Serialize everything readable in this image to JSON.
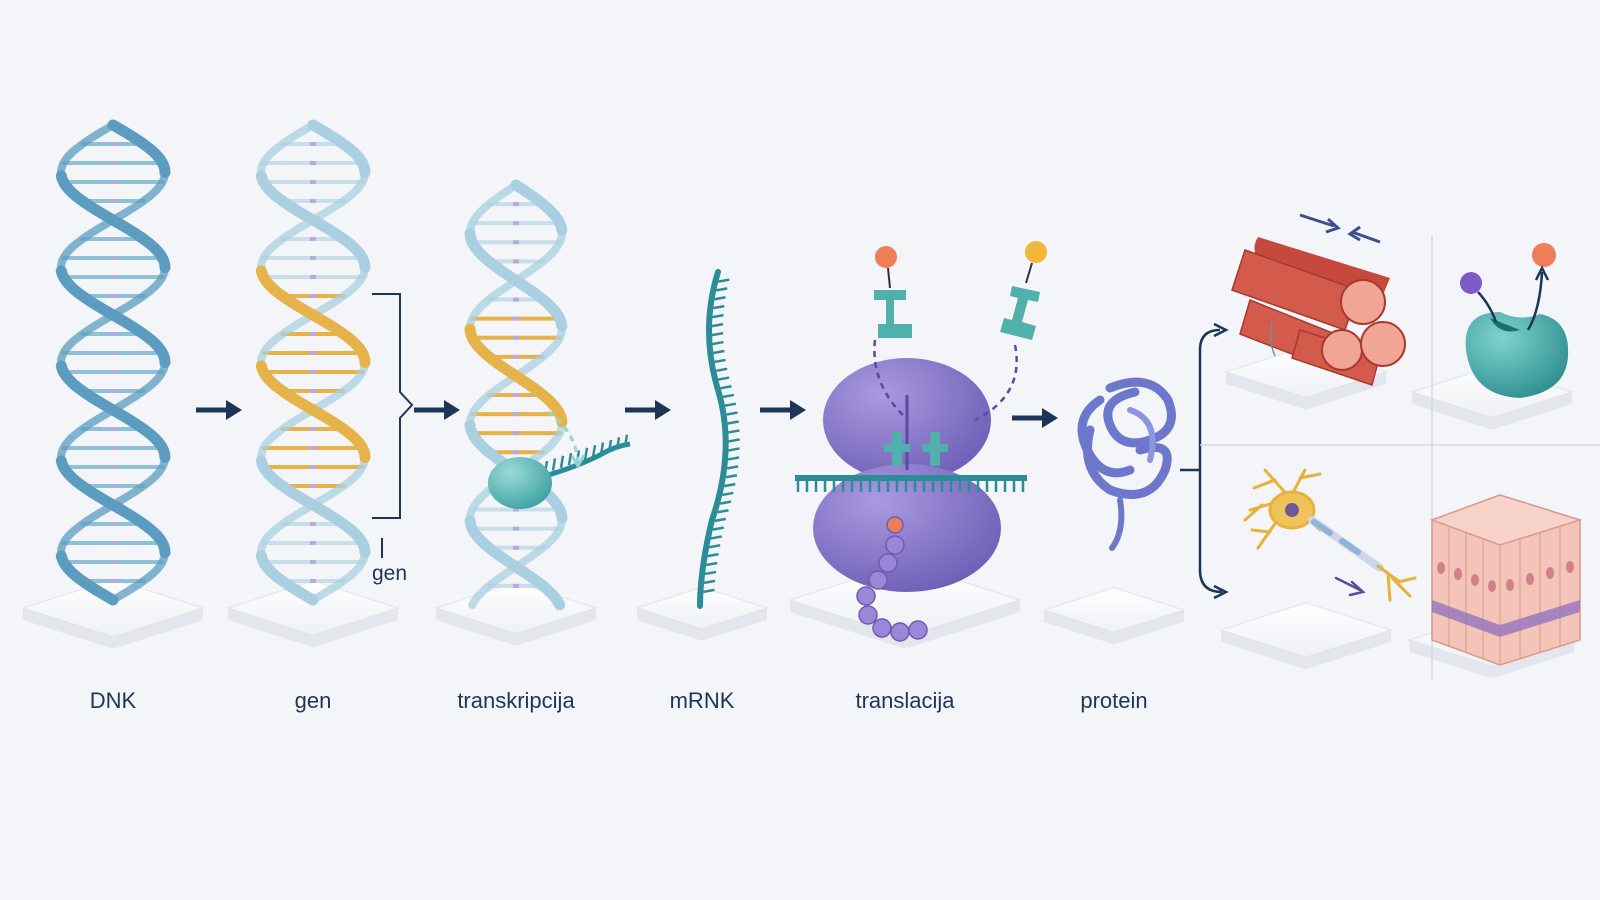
{
  "labels": {
    "dna": "DNK",
    "gene": "gen",
    "transcription": "transkripcija",
    "mrna": "mRNK",
    "translation": "translacija",
    "protein": "protein"
  },
  "gene_bracket_label": "gen",
  "colors": {
    "dna_strand": "#5b9cc0",
    "dna_strand_light": "#a9cfe0",
    "gene_highlight": "#e6b24a",
    "mrna": "#2c8c97",
    "ribosome": "#8575c9",
    "trna": "#4fb0ac",
    "amino_acid": "#9b86d8",
    "amino_orange": "#ef7d57",
    "amino_yellow": "#f0b73a",
    "protein": "#6d78cc",
    "muscle": "#d45a4b",
    "neuron": "#e7b13d",
    "enzyme": "#3aa8a6",
    "tissue": "#f2b4a8",
    "arrow": "#1d3557",
    "text": "#1d3557"
  },
  "icons": [
    "dna-helix-icon",
    "gene-helix-icon",
    "transcription-helix-icon",
    "mrna-strand-icon",
    "ribosome-icon",
    "trna-icon",
    "protein-fold-icon",
    "muscle-fiber-icon",
    "enzyme-icon",
    "neuron-icon",
    "epithelium-tissue-icon"
  ]
}
